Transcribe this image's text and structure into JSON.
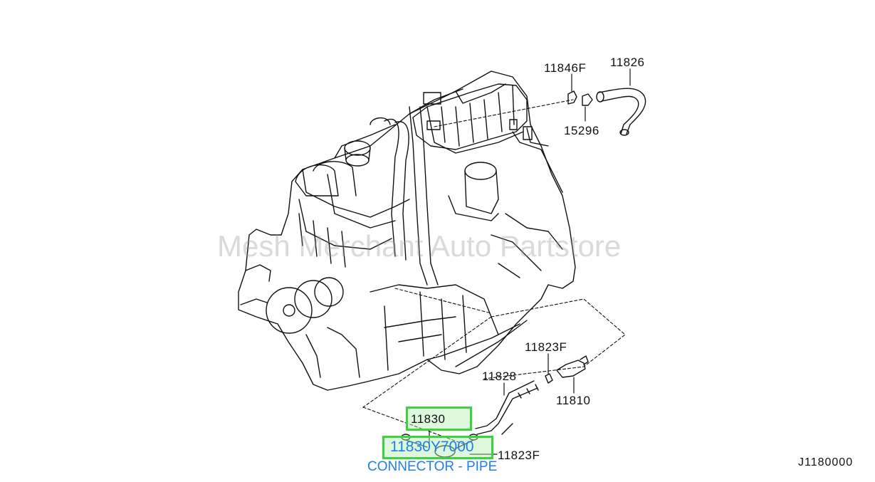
{
  "watermark": "Mesh Merchant Auto Partstore",
  "callouts": {
    "c11846F": "11846F",
    "c11826": "11826",
    "c15296": "15296",
    "c11823F_top": "11823F",
    "c11828": "11828",
    "c11810": "11810",
    "c11830": "11830",
    "c11823F_bottom": "11823F"
  },
  "highlight": {
    "part_number": "11830Y7000",
    "part_name": "CONNECTOR - PIPE"
  },
  "diagram_code": "J1180000",
  "colors": {
    "highlight_border": "#3fd13f",
    "part_text": "#1f7fe8",
    "line": "#111111"
  }
}
